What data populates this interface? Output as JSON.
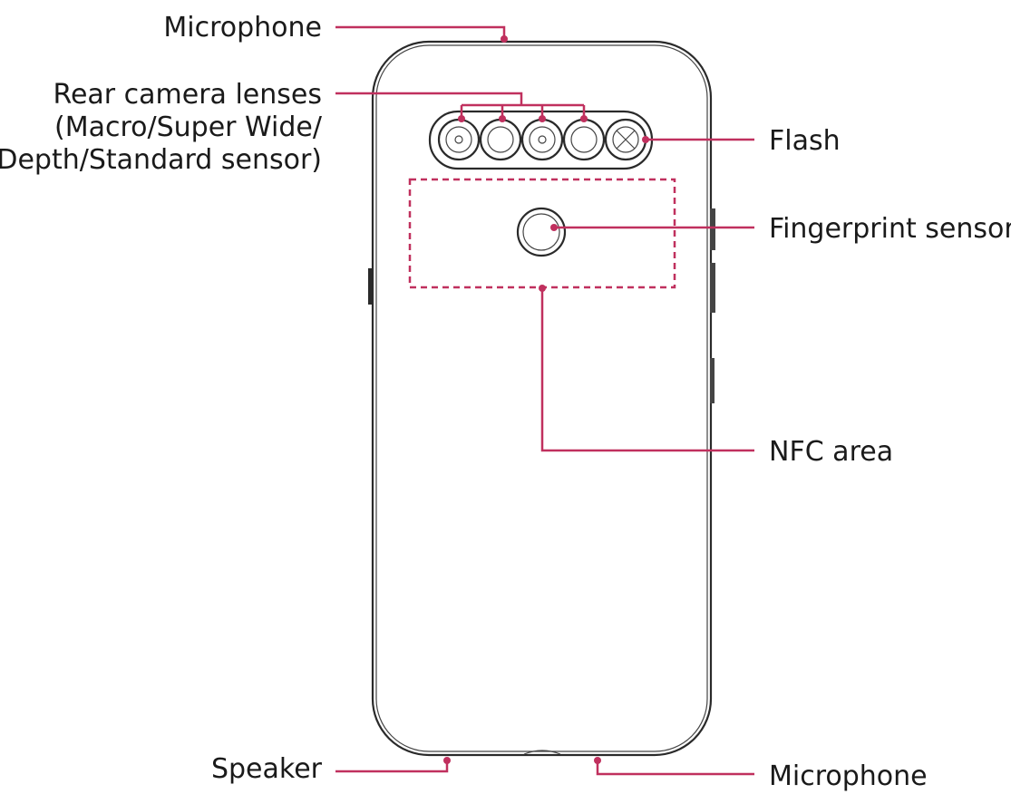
{
  "diagram": {
    "labels": {
      "microphone_top": "Microphone",
      "rear_camera_line1": "Rear camera lenses",
      "rear_camera_line2": "(Macro/Super Wide/",
      "rear_camera_line3": "Depth/Standard sensor)",
      "flash": "Flash",
      "fingerprint_sensor": "Fingerprint sensor",
      "nfc_area": "NFC area",
      "speaker": "Speaker",
      "microphone_bottom": "Microphone"
    },
    "colors": {
      "callout": "#c0305e",
      "outline": "#2a2a2a"
    }
  }
}
